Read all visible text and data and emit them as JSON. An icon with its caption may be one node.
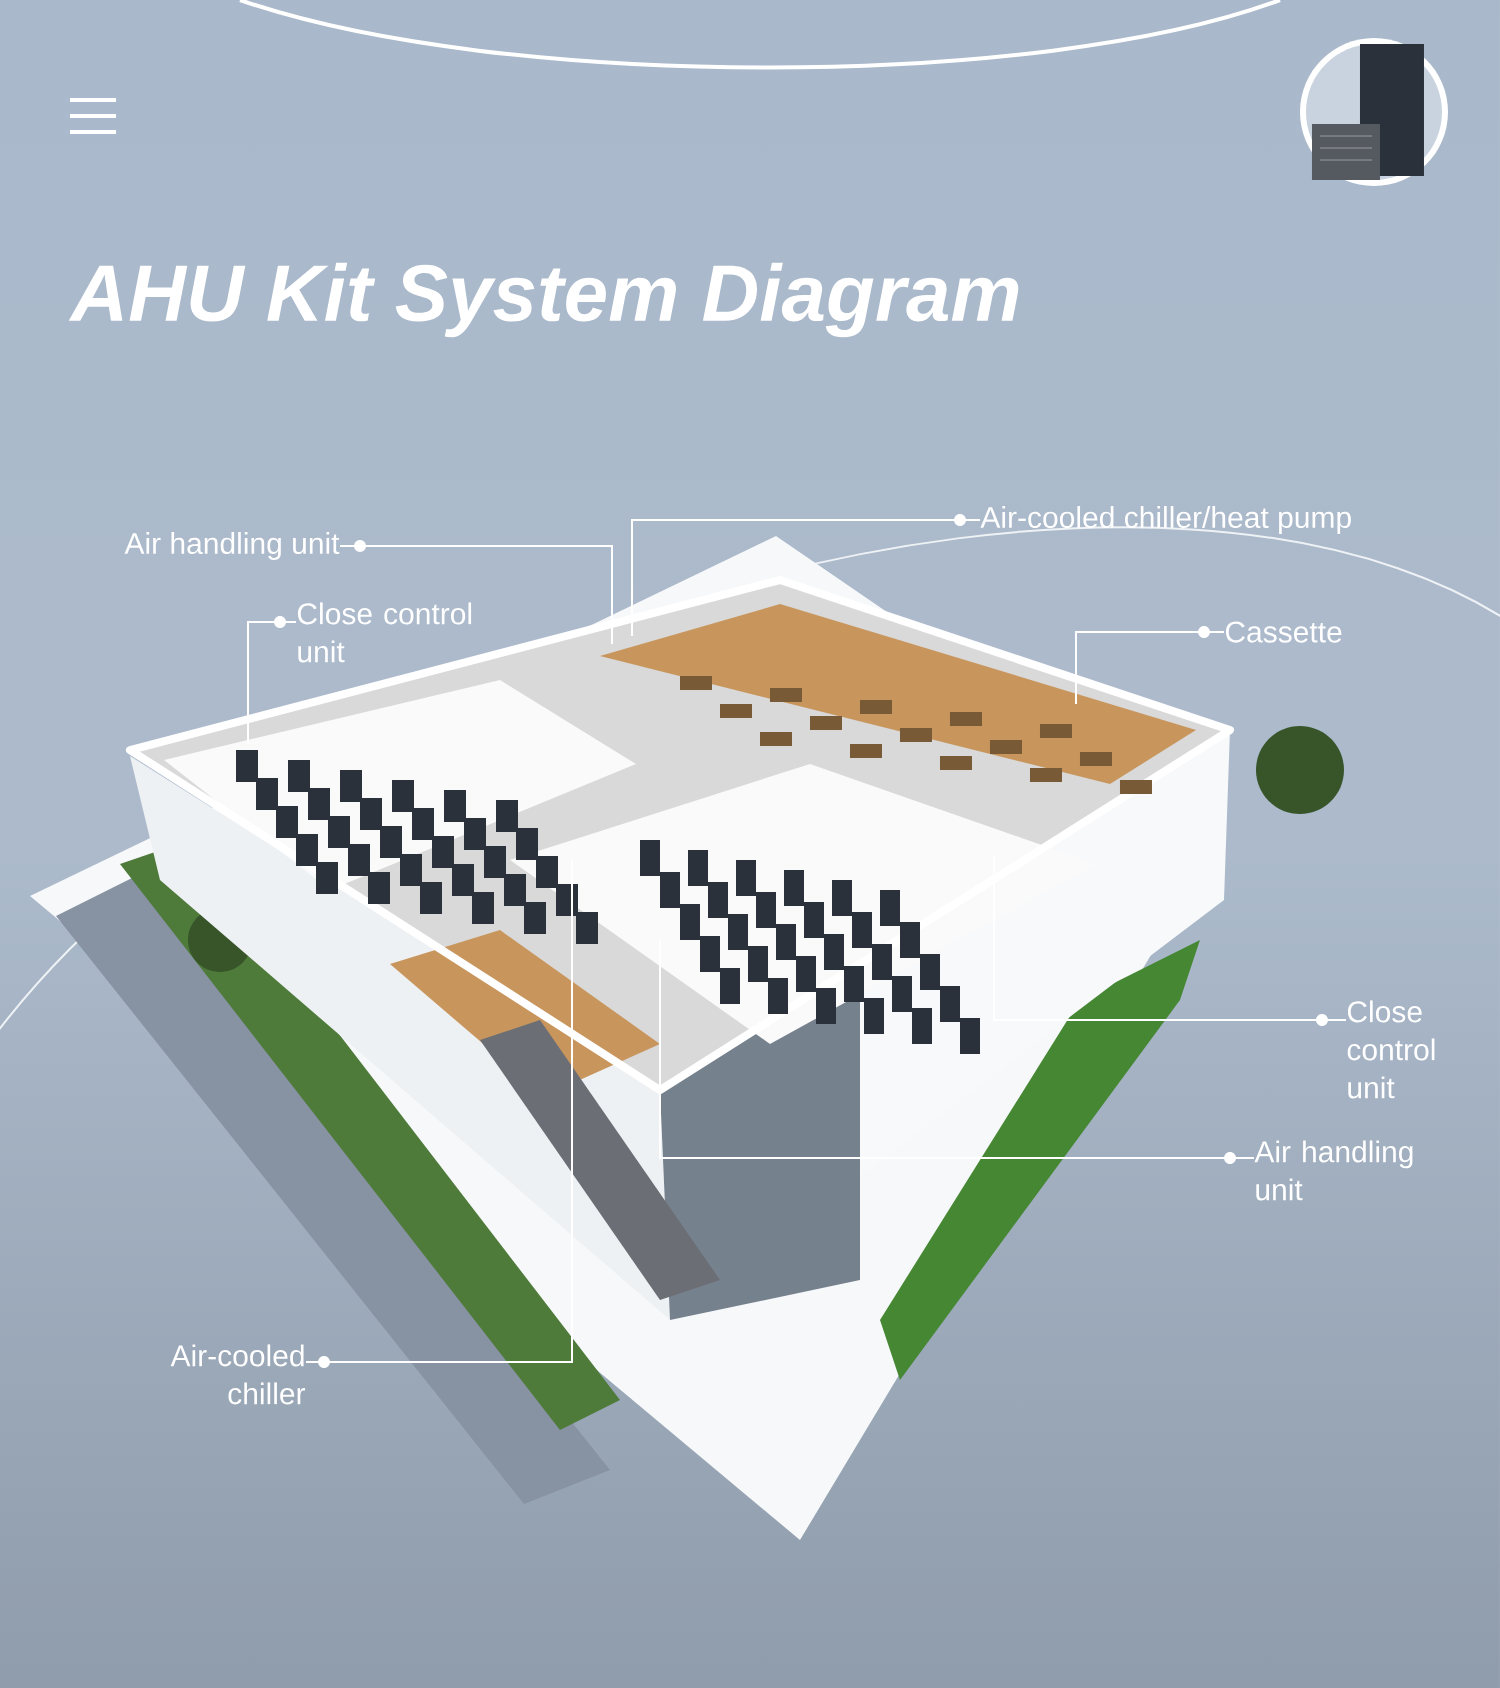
{
  "diagram": {
    "title": "AHU Kit System Diagram",
    "nodes": [
      {
        "text": [
          "Air-cooled chiller/heat pump"
        ]
      },
      {
        "text": [
          "Air handling unit"
        ]
      },
      {
        "text": [
          "Close control unit"
        ]
      },
      {
        "text": [
          "Cassette"
        ]
      },
      {
        "text": [
          "Close control unit"
        ]
      },
      {
        "text": [
          "Air handling unit"
        ]
      },
      {
        "text": [
          "Air-cooled chiller"
        ]
      }
    ],
    "edges": [
      {
        "from": 0,
        "to": null,
        "arrow": "none"
      },
      {
        "from": 1,
        "to": null,
        "arrow": "none"
      },
      {
        "from": 2,
        "to": null,
        "arrow": "none"
      },
      {
        "from": 3,
        "to": null,
        "arrow": "none"
      },
      {
        "from": 4,
        "to": null,
        "arrow": "none"
      },
      {
        "from": 5,
        "to": null,
        "arrow": "none"
      },
      {
        "from": 6,
        "to": null,
        "arrow": "none"
      }
    ]
  }
}
